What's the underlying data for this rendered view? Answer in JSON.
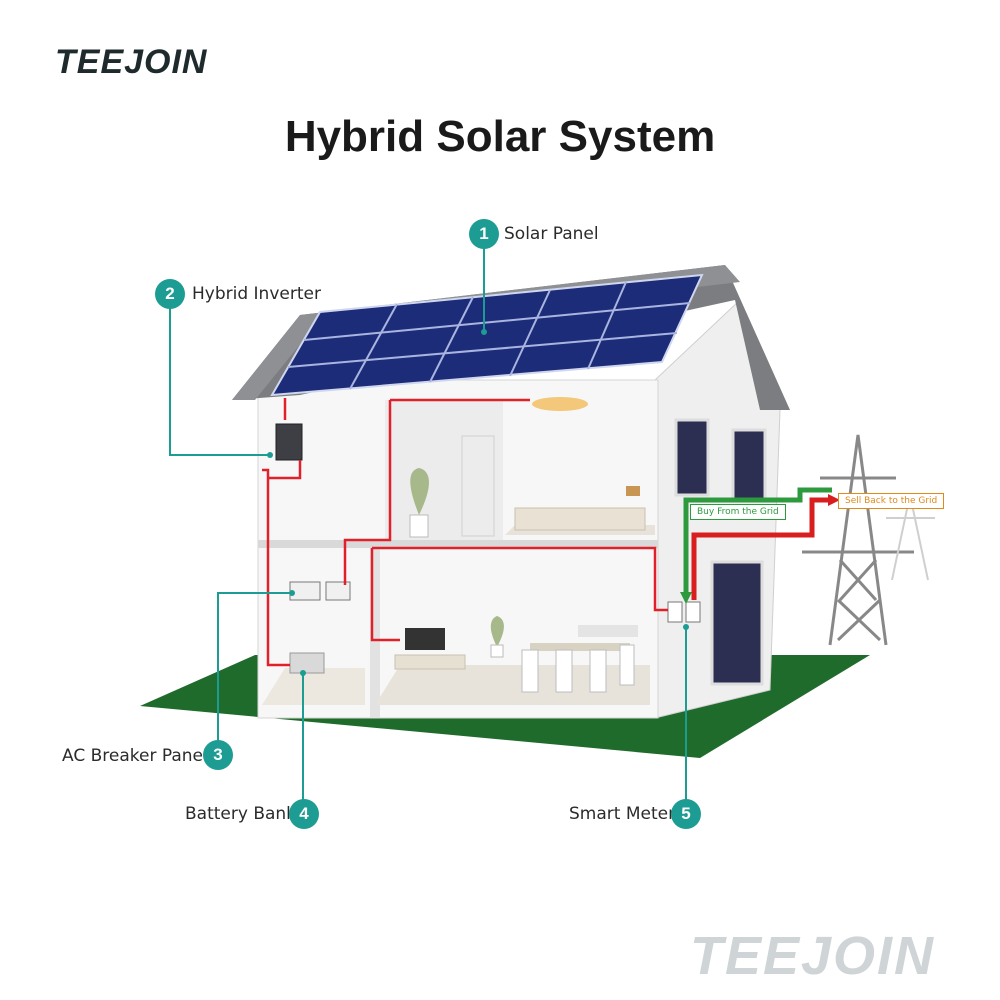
{
  "logo_text": "TEEJOIN",
  "watermark_text": "TEEJOIN",
  "title": "Hybrid Solar System",
  "colors": {
    "accent": "#1c9c93",
    "wire": "#e0202a",
    "grass": "#1f6b2c",
    "panel": "#1c2c78",
    "buy_arrow": "#2e9a3e",
    "sell_arrow": "#d81e1e"
  },
  "callouts": [
    {
      "number": "1",
      "label": "Solar Panel"
    },
    {
      "number": "2",
      "label": "Hybrid Inverter"
    },
    {
      "number": "3",
      "label": "AC Breaker Panel"
    },
    {
      "number": "4",
      "label": "Battery Bank"
    },
    {
      "number": "5",
      "label": "Smart Meter"
    }
  ],
  "grid_labels": {
    "buy": "Buy From the Grid",
    "sell": "Sell Back to the Grid"
  }
}
